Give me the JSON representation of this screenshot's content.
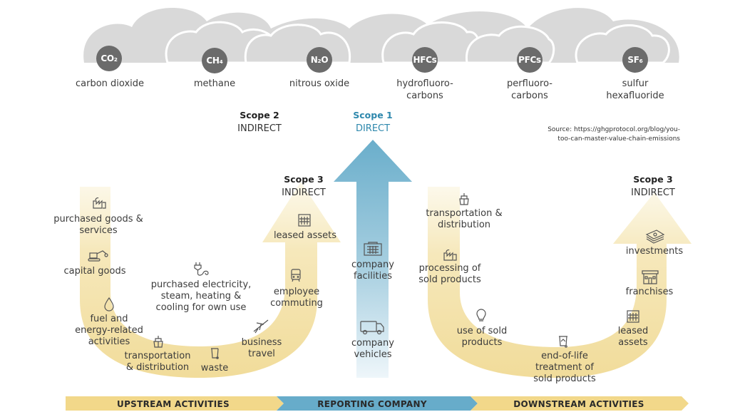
{
  "colors": {
    "cloud": "#d9d9d9",
    "gas_circle": "#6b6b6b",
    "upstream_arrow": "#f3e2a6",
    "scope1_arrow": "#74b4cf",
    "scope1_text": "#2e88ad",
    "band_yellow": "#f2d88a",
    "band_blue": "#67acca"
  },
  "gases": [
    {
      "symbol": "CO₂",
      "name": "carbon dioxide"
    },
    {
      "symbol": "CH₄",
      "name": "methane"
    },
    {
      "symbol": "N₂O",
      "name": "nitrous oxide"
    },
    {
      "symbol": "HFCs",
      "name": "hydrofluoro-\ncarbons"
    },
    {
      "symbol": "PFCs",
      "name": "perfluoro-\ncarbons"
    },
    {
      "symbol": "SF₆",
      "name": "sulfur\nhexafluoride"
    }
  ],
  "scopes": {
    "scope2": {
      "title": "Scope 2",
      "subtitle": "INDIRECT"
    },
    "scope1": {
      "title": "Scope 1",
      "subtitle": "DIRECT"
    },
    "scope3_upstream": {
      "title": "Scope 3",
      "subtitle": "INDIRECT"
    },
    "scope3_downstream": {
      "title": "Scope 3",
      "subtitle": "INDIRECT"
    }
  },
  "source": "Source: https://ghgprotocol.org/blog/you-\ntoo-can-master-value-chain-emissions",
  "upstream_items": [
    {
      "icon": "factory-icon",
      "label": "purchased goods &\nservices"
    },
    {
      "icon": "excavator-icon",
      "label": "capital goods"
    },
    {
      "icon": "droplet-icon",
      "label": "fuel and\nenergy-related\nactivities"
    },
    {
      "icon": "ship-icon",
      "label": "transportation\n& distribution"
    },
    {
      "icon": "trash-bin-icon",
      "label": "waste"
    },
    {
      "icon": "airplane-icon",
      "label": "business\ntravel"
    },
    {
      "icon": "train-icon",
      "label": "employee\ncommuting"
    },
    {
      "icon": "building-icon",
      "label": "leased assets"
    }
  ],
  "scope2_item": {
    "icon": "plug-icon",
    "label": "purchased electricity,\nsteam, heating &\ncooling for own use"
  },
  "scope1_items": [
    {
      "icon": "building-icon",
      "label": "company\nfacilities"
    },
    {
      "icon": "truck-icon",
      "label": "company\nvehicles"
    }
  ],
  "downstream_items": [
    {
      "icon": "ship-icon",
      "label": "transportation &\ndistribution"
    },
    {
      "icon": "factory-icon",
      "label": "processing of\nsold products"
    },
    {
      "icon": "lightbulb-icon",
      "label": "use of sold\nproducts"
    },
    {
      "icon": "recycle-bin-icon",
      "label": "end-of-life\ntreatment of\nsold products"
    },
    {
      "icon": "building-icon",
      "label": "leased\nassets"
    },
    {
      "icon": "storefront-icon",
      "label": "franchises"
    },
    {
      "icon": "money-stack-icon",
      "label": "investments"
    }
  ],
  "bands": {
    "upstream": "UPSTREAM ACTIVITIES",
    "reporting": "REPORTING COMPANY",
    "downstream": "DOWNSTREAM ACTIVITIES"
  }
}
